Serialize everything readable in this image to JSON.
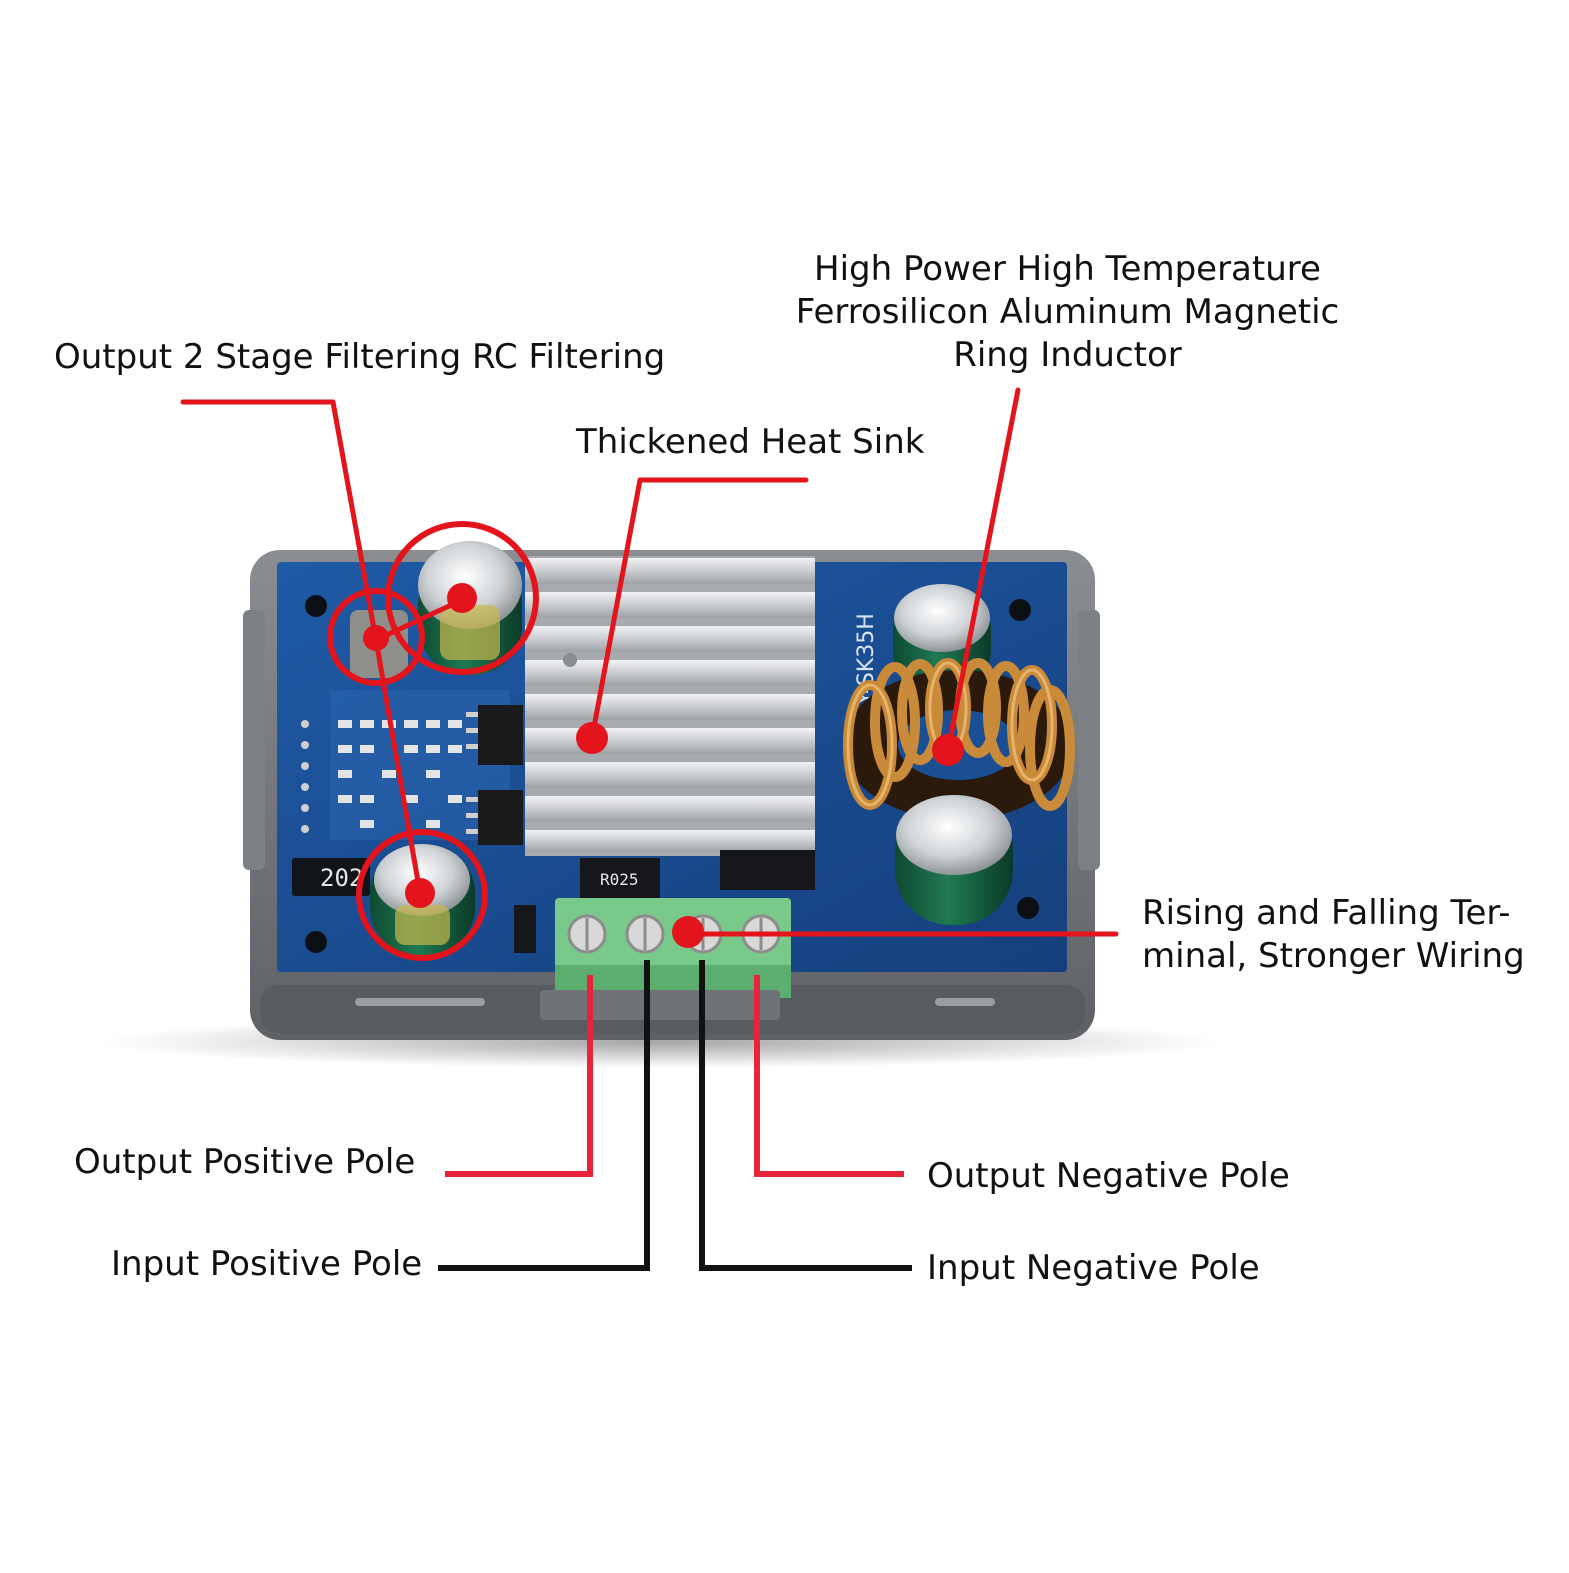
{
  "labels": {
    "inductor": [
      "High Power High Temperature",
      "Ferrosilicon Aluminum Magnetic",
      "Ring Inductor"
    ],
    "filtering": "Output 2 Stage Filtering RC Filtering",
    "heat_sink": "Thickened Heat Sink",
    "terminal": [
      "Rising and Falling Ter-",
      "minal, Stronger Wiring"
    ],
    "output_positive": "Output Positive Pole",
    "input_positive": "Input Positive Pole",
    "output_negative": "Output Negative Pole",
    "input_negative": "Input Negative Pole"
  },
  "board": {
    "model_text": "XY-SK35H",
    "resistor_text": "202",
    "sense_resistor_text": "R025"
  },
  "colors": {
    "callout_red": "#e3141b",
    "wire_red": "#e8243a",
    "wire_black": "#111111",
    "pcb_blue": "#1b4f94",
    "case_gray": "#6f7276",
    "terminal_green": "#79c98a",
    "heatsink_silver": "#d7dadd",
    "copper": "#c98a3a"
  }
}
